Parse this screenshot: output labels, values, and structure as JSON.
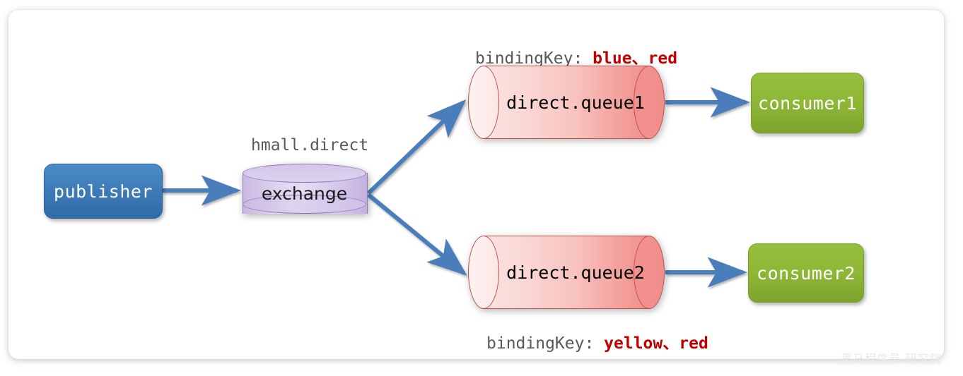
{
  "diagram": {
    "title_watermark": "黑马程序员-研究院",
    "nodes": {
      "publisher": {
        "label": "publisher",
        "color": "#3f7cb8"
      },
      "exchange": {
        "label": "exchange",
        "name_label": "hmall.direct",
        "color": "#d9cdeb"
      },
      "queue1": {
        "label": "direct.queue1",
        "color": "#f4a19d"
      },
      "queue2": {
        "label": "direct.queue2",
        "color": "#f4a19d"
      },
      "consumer1": {
        "label": "consumer1",
        "color": "#8eb736"
      },
      "consumer2": {
        "label": "consumer2",
        "color": "#8eb736"
      }
    },
    "bindings": {
      "queue1": {
        "key_label": "bindingKey:",
        "values": "blue、red",
        "color": "#c00000"
      },
      "queue2": {
        "key_label": "bindingKey:",
        "values": "yellow、red",
        "color": "#c00000"
      }
    },
    "arrow_color": "#4a7ebb",
    "edges": [
      {
        "from": "publisher",
        "to": "exchange"
      },
      {
        "from": "exchange",
        "to": "queue1"
      },
      {
        "from": "exchange",
        "to": "queue2"
      },
      {
        "from": "queue1",
        "to": "consumer1"
      },
      {
        "from": "queue2",
        "to": "consumer2"
      }
    ]
  }
}
